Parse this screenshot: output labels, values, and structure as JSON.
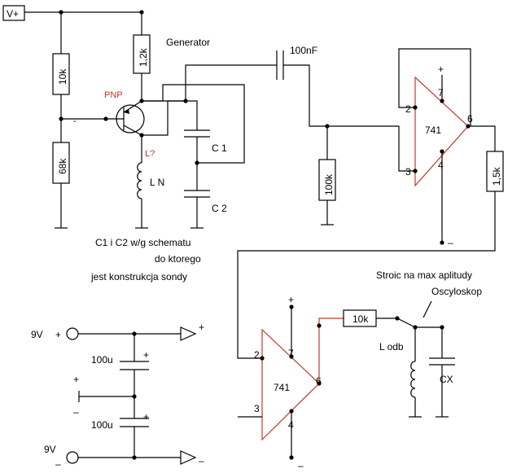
{
  "labels": {
    "vplus": "V+",
    "generator": "Generator",
    "pnp": "PNP",
    "r10k_top": "10k",
    "r1k2": "1,2k",
    "r68k": "68k",
    "c1": "C 1",
    "c2": "C 2",
    "ln": "L N",
    "lq": "L?",
    "c100nf": "100nF",
    "r100k": "100k",
    "opamp1": "741",
    "r1k5": "1,5k",
    "note_line1": "C1 i C2 w/g schematu",
    "note_line2": "do ktorego",
    "note_line3": "jest konstrukcja  sondy",
    "pin2a": "2",
    "pin3a": "3",
    "pin6a": "6",
    "pin7a": "7",
    "pin4a": "4",
    "plus_a": "+",
    "minus_a": "–",
    "tune_note": "Stroic na max aplitudy",
    "oscilloscope": "Oscyloskop",
    "r10k_out": "10k",
    "l_odb": "L odb",
    "cx": "CX",
    "opamp2": "741",
    "pin2b": "2",
    "pin3b": "3",
    "pin6b": "6",
    "pin7b": "7",
    "pin4b": "4",
    "plus_b": "+",
    "minus_b": "–",
    "supply_p": "9V",
    "supply_n": "9V",
    "cap1": "100u",
    "cap2": "100u",
    "out_plus": "+",
    "out_minus": "–",
    "mid_plus": "+",
    "mid_minus": "–",
    "supply_plus_sign": "+",
    "supply_minus_sign": "–",
    "cap1_plus": "+",
    "cap2_plus": "+"
  },
  "colors": {
    "wire": "#000000",
    "accent_wire": "#c0392b"
  }
}
